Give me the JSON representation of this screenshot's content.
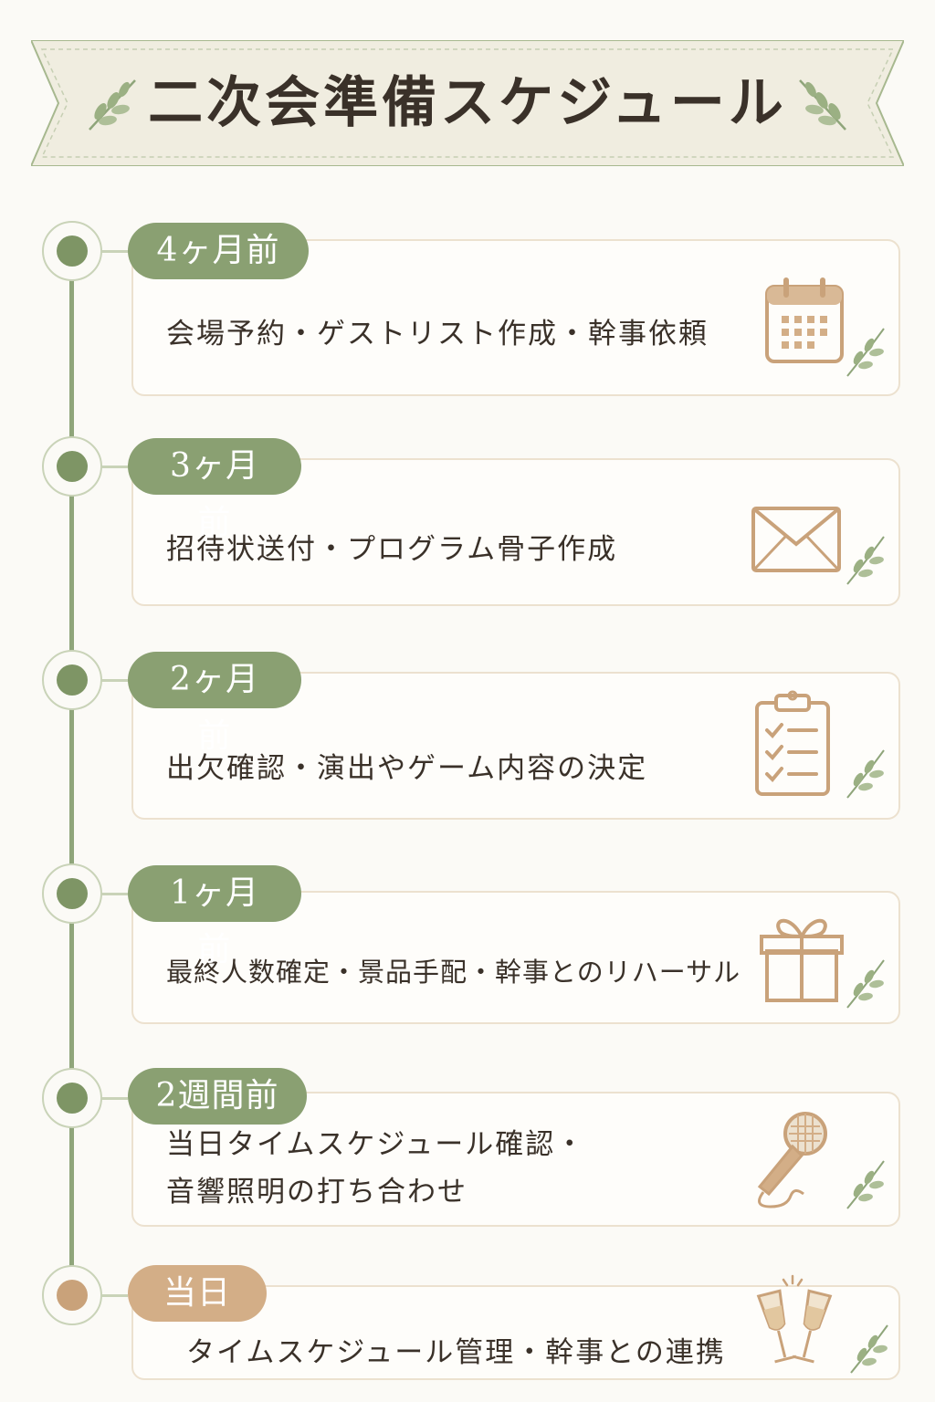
{
  "title": "二次会準備スケジュール",
  "colors": {
    "accent_green": "#8aa072",
    "node_green": "#7e9565",
    "accent_gold": "#d3ae87",
    "icon_gold": "#c9a27a",
    "card_border": "#ece1cf"
  },
  "steps": [
    {
      "label": "4ヶ月前",
      "text": "会場予約・ゲストリスト作成・幹事依頼",
      "icon": "calendar-icon"
    },
    {
      "label": "3ヶ月前",
      "text": "招待状送付・プログラム骨子作成",
      "icon": "envelope-icon"
    },
    {
      "label": "2ヶ月前",
      "text": "出欠確認・演出やゲーム内容の決定",
      "icon": "clipboard-checklist-icon"
    },
    {
      "label": "1ヶ月前",
      "text": "最終人数確定・景品手配・幹事とのリハーサル",
      "icon": "gift-box-icon"
    },
    {
      "label": "2週間前",
      "text_line1": "当日タイムスケジュール確認・",
      "text_line2": "音響照明の打ち合わせ",
      "icon": "microphone-icon"
    },
    {
      "label": "当日",
      "text": "タイムスケジュール管理・幹事との連携",
      "icon": "champagne-toast-icon"
    }
  ]
}
